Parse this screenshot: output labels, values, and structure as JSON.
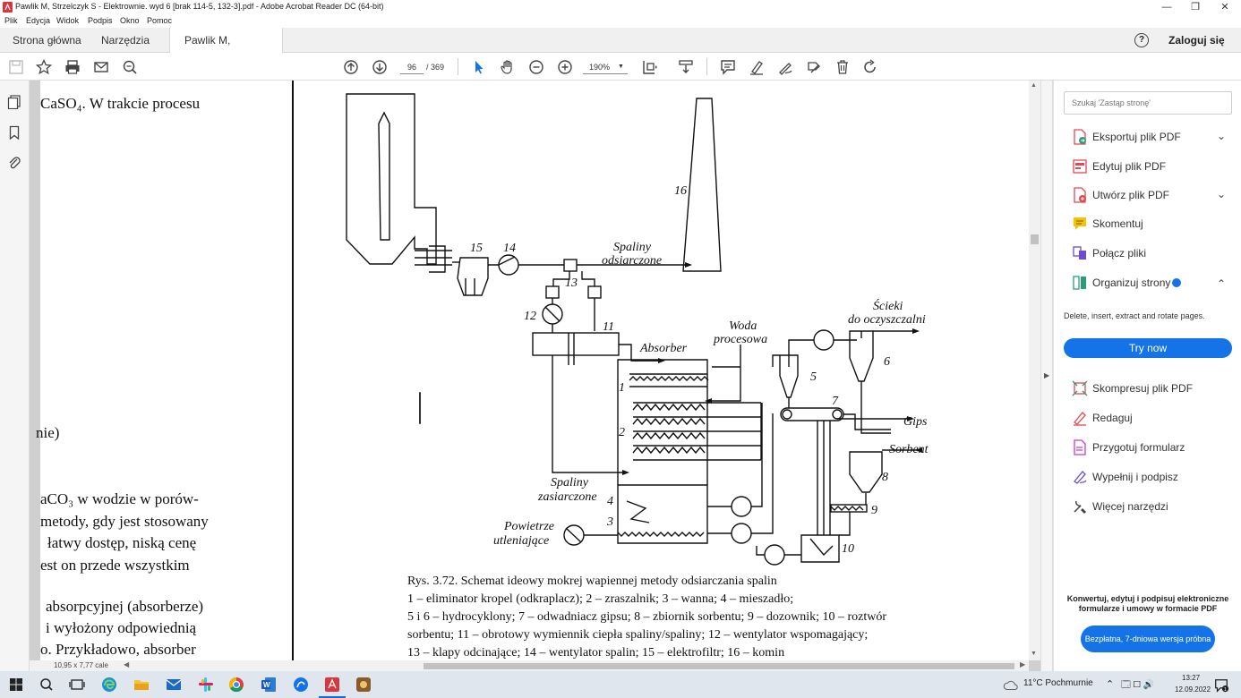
{
  "window": {
    "title": "Pawlik M, Strzelczyk S - Elektrownie. wyd 6 [brak 114-5, 132-3].pdf - Adobe Acrobat Reader DC (64-bit)",
    "minimize": "—",
    "maximize": "❐",
    "close": "✕"
  },
  "menu": [
    "Plik",
    "Edycja",
    "Widok",
    "Podpis",
    "Okno",
    "Pomoc"
  ],
  "tabs": {
    "home": "Strona główna",
    "tools": "Narzędzia",
    "doc": "Pawlik M, Strzelczy...",
    "doc_close": "✕",
    "help": "?",
    "login": "Zaloguj się"
  },
  "toolbar": {
    "page_current": "96",
    "page_total": "/ 369",
    "zoom": "190%"
  },
  "page_text": {
    "l1": "CaSO₄. W trakcie procesu",
    "l2": "nie)",
    "l3": "aCO₃ w wodzie w porów-",
    "l4": "metody, gdy jest stosowany",
    "l5": "łatwy dostęp, niską cenę",
    "l6": "est on przede wszystkim",
    "l7": "absorpcyjnej (absorberze)",
    "l8": "i wyłożony odpowiednią",
    "l9": "o. Przykładowo, absorber"
  },
  "figure": {
    "labels": {
      "n16": "16",
      "n15": "15",
      "n14": "14",
      "n13": "13",
      "n12": "12",
      "n11": "11",
      "n1": "1",
      "n2": "2",
      "n3": "3",
      "n4": "4",
      "n5": "5",
      "n6": "6",
      "n7": "7",
      "n8": "8",
      "n9": "9",
      "n10": "10",
      "spaliny_ods_1": "Spaliny",
      "spaliny_ods_2": "odsiarczone",
      "woda_1": "Woda",
      "woda_2": "procesowa",
      "absorber": "Absorber",
      "scieki_1": "Ścieki",
      "scieki_2": "do oczyszczalni",
      "gips": "Gips",
      "sorbent": "Sorbent",
      "spaliny_zas_1": "Spaliny",
      "spaliny_zas_2": "zasiarczone",
      "powietrze_1": "Powietrze",
      "powietrze_2": "utleniające"
    },
    "caption": {
      "c1": "Rys. 3.72. Schemat ideowy mokrej wapiennej metody odsiarczania spalin",
      "c2": "1 – eliminator kropel (odkraplacz); 2 – zraszalnik; 3 – wanna; 4 – mieszadło;",
      "c3": "5 i 6 – hydrocyklony; 7 – odwadniacz gipsu; 8 – zbiornik sorbentu; 9 – dozownik; 10 – roztwór",
      "c4": "sorbentu; 11 – obrotowy wymiennik ciepła spaliny/spaliny; 12 – wentylator wspomagający;",
      "c5": "13 – klapy odcinające; 14 – wentylator spalin; 15 – elektrofiltr; 16 – komin"
    }
  },
  "right_panel": {
    "search_placeholder": "Szukaj 'Zastąp stronę'",
    "items": [
      "Eksportuj plik PDF",
      "Edytuj plik PDF",
      "Utwórz plik PDF",
      "Skomentuj",
      "Połącz pliki",
      "Organizuj strony",
      "Skompresuj plik PDF",
      "Redaguj",
      "Przygotuj formularz",
      "Wypełnij i podpisz",
      "Więcej narzędzi"
    ],
    "organize_desc": "Delete, insert, extract and rotate pages.",
    "try_now": "Try now",
    "promo": "Konwertuj, edytuj i podpisuj elektroniczne formularze i umowy w formacie PDF",
    "free_trial": "Bezpłatna, 7-dniowa wersja próbna"
  },
  "status": {
    "page_size": "10,95 x 7,77 cale"
  },
  "taskbar": {
    "weather": "11°C Pochmurnie",
    "time": "13:27",
    "date": "12.09.2022"
  },
  "colors": {
    "accent": "#1473e6",
    "acrobat_red": "#d7373f"
  }
}
